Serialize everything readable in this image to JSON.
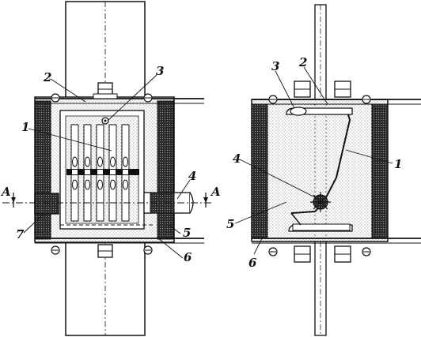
{
  "labels": {
    "left": {
      "l1": "1",
      "l2": "2",
      "l3": "3",
      "l4": "4",
      "l5": "5",
      "l6": "6",
      "l7": "7",
      "section_left": "A",
      "section_right": "A"
    },
    "right": {
      "l1": "1",
      "l2": "2",
      "l3": "3",
      "l4": "4",
      "l5": "5",
      "l6": "6"
    }
  },
  "colors": {
    "ink": "#111111",
    "paper": "#ffffff",
    "fill_stipple": "#7a7a7a",
    "insulation_dark": "#2a2a2a"
  }
}
